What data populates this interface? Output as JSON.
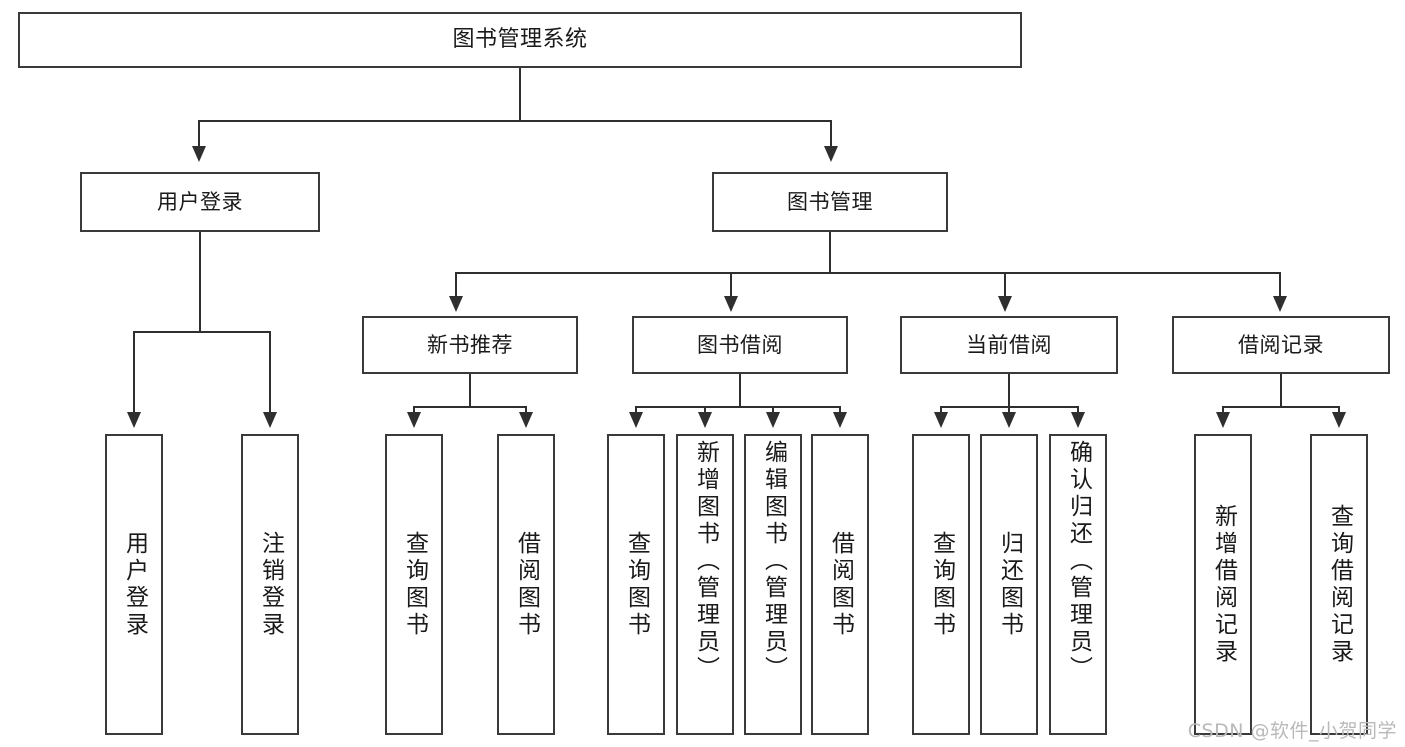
{
  "diagram": {
    "type": "tree-hierarchy",
    "title": "图书管理系统",
    "root": {
      "label": "图书管理系统"
    },
    "level2": [
      {
        "id": "user-login",
        "label": "用户登录"
      },
      {
        "id": "book-management",
        "label": "图书管理"
      }
    ],
    "level3": [
      {
        "id": "new-book-recommend",
        "label": "新书推荐",
        "parent": "book-management"
      },
      {
        "id": "book-borrow",
        "label": "图书借阅",
        "parent": "book-management"
      },
      {
        "id": "current-borrow",
        "label": "当前借阅",
        "parent": "book-management"
      },
      {
        "id": "borrow-record",
        "label": "借阅记录",
        "parent": "book-management"
      }
    ],
    "leaves": [
      {
        "id": "leaf-user-login",
        "label": "用户登录",
        "parent": "user-login"
      },
      {
        "id": "leaf-logout-login",
        "label": "注销登录",
        "parent": "user-login"
      },
      {
        "id": "leaf-query-book-1",
        "label": "查询图书",
        "parent": "new-book-recommend"
      },
      {
        "id": "leaf-borrow-book-1",
        "label": "借阅图书",
        "parent": "new-book-recommend"
      },
      {
        "id": "leaf-query-book-2",
        "label": "查询图书",
        "parent": "book-borrow"
      },
      {
        "id": "leaf-add-book",
        "label": "新增图书（管理员）",
        "parent": "book-borrow"
      },
      {
        "id": "leaf-edit-book",
        "label": "编辑图书（管理员）",
        "parent": "book-borrow"
      },
      {
        "id": "leaf-borrow-book-2",
        "label": "借阅图书",
        "parent": "book-borrow"
      },
      {
        "id": "leaf-query-book-3",
        "label": "查询图书",
        "parent": "current-borrow"
      },
      {
        "id": "leaf-return-book",
        "label": "归还图书",
        "parent": "current-borrow"
      },
      {
        "id": "leaf-confirm-return",
        "label": "确认归还（管理员）",
        "parent": "current-borrow"
      },
      {
        "id": "leaf-add-record",
        "label": "新增借阅记录",
        "parent": "borrow-record"
      },
      {
        "id": "leaf-query-record",
        "label": "查询借阅记录",
        "parent": "borrow-record"
      }
    ]
  },
  "watermark": {
    "text": "CSDN @软件_小贺同学"
  },
  "colors": {
    "box_border": "#3a3a3a",
    "line": "#2f2f2f",
    "text": "#1a1a1a",
    "background": "#ffffff",
    "watermark": "#b9b9b9"
  }
}
